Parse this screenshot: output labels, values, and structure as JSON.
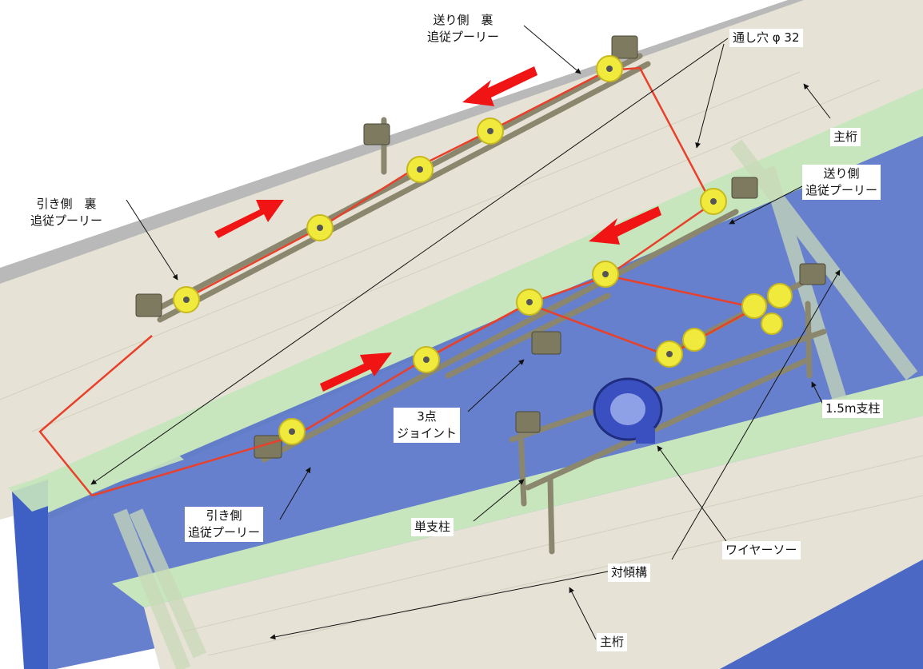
{
  "labels": {
    "send_back_pulley": [
      "送り側　裏",
      "追従プーリー"
    ],
    "through_hole": "通し穴 φ 32",
    "main_girder_top": "主桁",
    "pull_back_pulley": [
      "引き側　裏",
      "追従プーリー"
    ],
    "send_pulley": [
      "送り側",
      "追従プーリー"
    ],
    "three_point_joint": [
      "3点",
      "ジョイント"
    ],
    "post_1_5m": "1.5m支柱",
    "pull_pulley": [
      "引き側",
      "追従プーリー"
    ],
    "single_post": "単支柱",
    "wire_saw": "ワイヤーソー",
    "sway_bracing": "対傾構",
    "main_girder_bottom": "主桁"
  },
  "colors": {
    "deck": "#e6e3d6",
    "green_flange": "#c8e6bd",
    "blue_web": "#4a68c4",
    "steel_frame": "#8a876e",
    "pulley": "#f0ea3c",
    "wire": "#e8402a",
    "arrow": "#f01414",
    "wire_saw_wheel": "#3a4fc0"
  }
}
